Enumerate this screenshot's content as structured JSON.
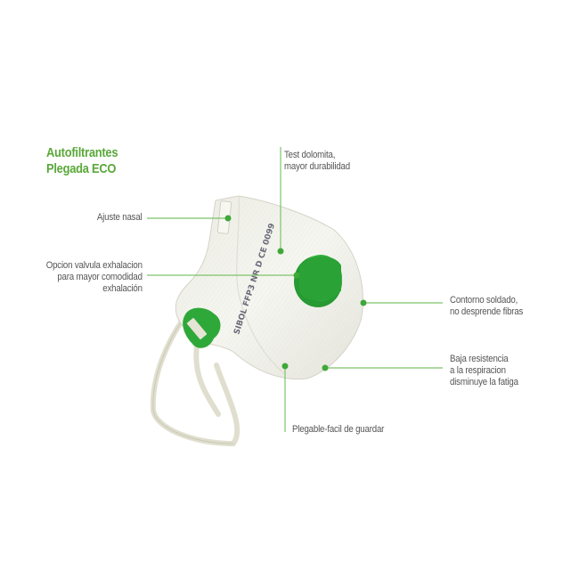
{
  "title": {
    "line1": "Autofiltrantes",
    "line2": "Plegada ECO"
  },
  "product": {
    "brand_print": "SIBOL",
    "print_text": "FFP3 NR D  CE 0099",
    "image_semantic": "folded-respirator-mask-with-green-valve"
  },
  "callouts": [
    {
      "id": "nasal",
      "lines": [
        "Ajuste nasal"
      ]
    },
    {
      "id": "valve",
      "lines": [
        "Opcion valvula exhalacion",
        "para mayor comodidad",
        "exhalación"
      ]
    },
    {
      "id": "dolomite",
      "lines": [
        "Test dolomita,",
        "mayor durabilidad"
      ]
    },
    {
      "id": "contour",
      "lines": [
        "Contorno soldado,",
        "no desprende fibras"
      ]
    },
    {
      "id": "resistance",
      "lines": [
        "Baja resistencia",
        "a la respiracion",
        "disminuye la fatiga"
      ]
    },
    {
      "id": "foldable",
      "lines": [
        "Plegable-facil de guardar"
      ]
    }
  ],
  "colors": {
    "accent_green": "#5aa83a",
    "line_green": "#7cc46a",
    "dot_green": "#3fa83a",
    "valve_green": "#2fa83a",
    "text_gray": "#555555",
    "mask_white": "#f1f1ea"
  }
}
